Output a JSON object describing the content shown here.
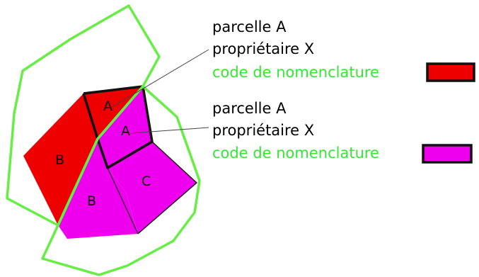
{
  "colors": {
    "red": "#ee0000",
    "magenta": "#ee00ee",
    "green_outline": "#66ee44",
    "stroke": "#111111",
    "code_text": "#33e833"
  },
  "polygon_labels": {
    "red_big": "B",
    "red_small": "A",
    "magenta_small": "A",
    "magenta_big": "B",
    "magenta_c": "C"
  },
  "legend": [
    {
      "line1": "parcelle A",
      "line2": "propriétaire X",
      "line3": "code de nomenclature",
      "swatch_color": "#ee0000"
    },
    {
      "line1": "parcelle A",
      "line2": "propriétaire X",
      "line3": "code de nomenclature",
      "swatch_color": "#ee00ee"
    }
  ]
}
